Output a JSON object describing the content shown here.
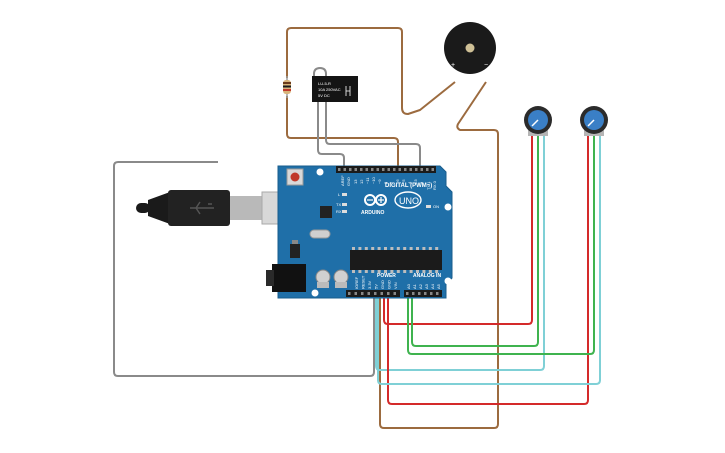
{
  "board": {
    "name": "UNO",
    "brand": "ARDUINO",
    "digital_header": "DIGITAL (PWM~)",
    "power_header": "POWER",
    "analog_header": "ANALOG IN",
    "label_l": "L",
    "label_tx": "TX",
    "label_rx": "RX",
    "label_on": "ON",
    "label_aref": "AREF",
    "label_gnd": "GND",
    "label_ioref": "IOREF",
    "label_reset": "RESET",
    "label_3v3": "3.3V",
    "label_5v": "5V",
    "label_vin": "VIN",
    "label_a0": "A0",
    "label_a1": "A1",
    "label_a2": "A2",
    "label_a3": "A3",
    "label_a4": "A4",
    "label_a5": "A5",
    "digital_numbers": [
      "13",
      "12",
      "~11",
      "~10",
      "~9",
      "8",
      "7",
      "~6",
      "~5",
      "4",
      "~3",
      "2",
      "TX 1",
      "RX 0"
    ]
  },
  "relay": {
    "line1": "LU-5-R",
    "line2": "10A 250VAC",
    "line3": "5V DC"
  },
  "buzzer": {
    "plus": "+",
    "minus": "−"
  },
  "colors": {
    "board": "#1f6fa8",
    "wire_brown": "#9c6b3f",
    "wire_gray": "#8a8a8a",
    "wire_red": "#d42a2a",
    "wire_green": "#3fb34f",
    "wire_cyan": "#7fd0d6",
    "pot": "#3a7fc6"
  }
}
